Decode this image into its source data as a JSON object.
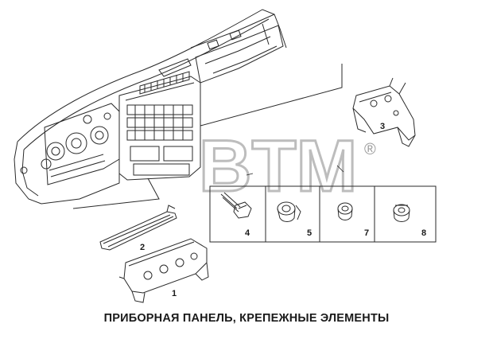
{
  "caption": "ПРИБОРНАЯ ПАНЕЛЬ, КРЕПЕЖНЫЕ ЭЛЕМЕНТЫ",
  "watermark": {
    "text": "BTM",
    "mark": "®",
    "color": "#b8b8b8"
  },
  "parts": [
    {
      "number": "1"
    },
    {
      "number": "2"
    },
    {
      "number": "3"
    },
    {
      "number": "4"
    },
    {
      "number": "5"
    },
    {
      "number": "7"
    },
    {
      "number": "8"
    }
  ],
  "line_color": "#2a2a2a"
}
